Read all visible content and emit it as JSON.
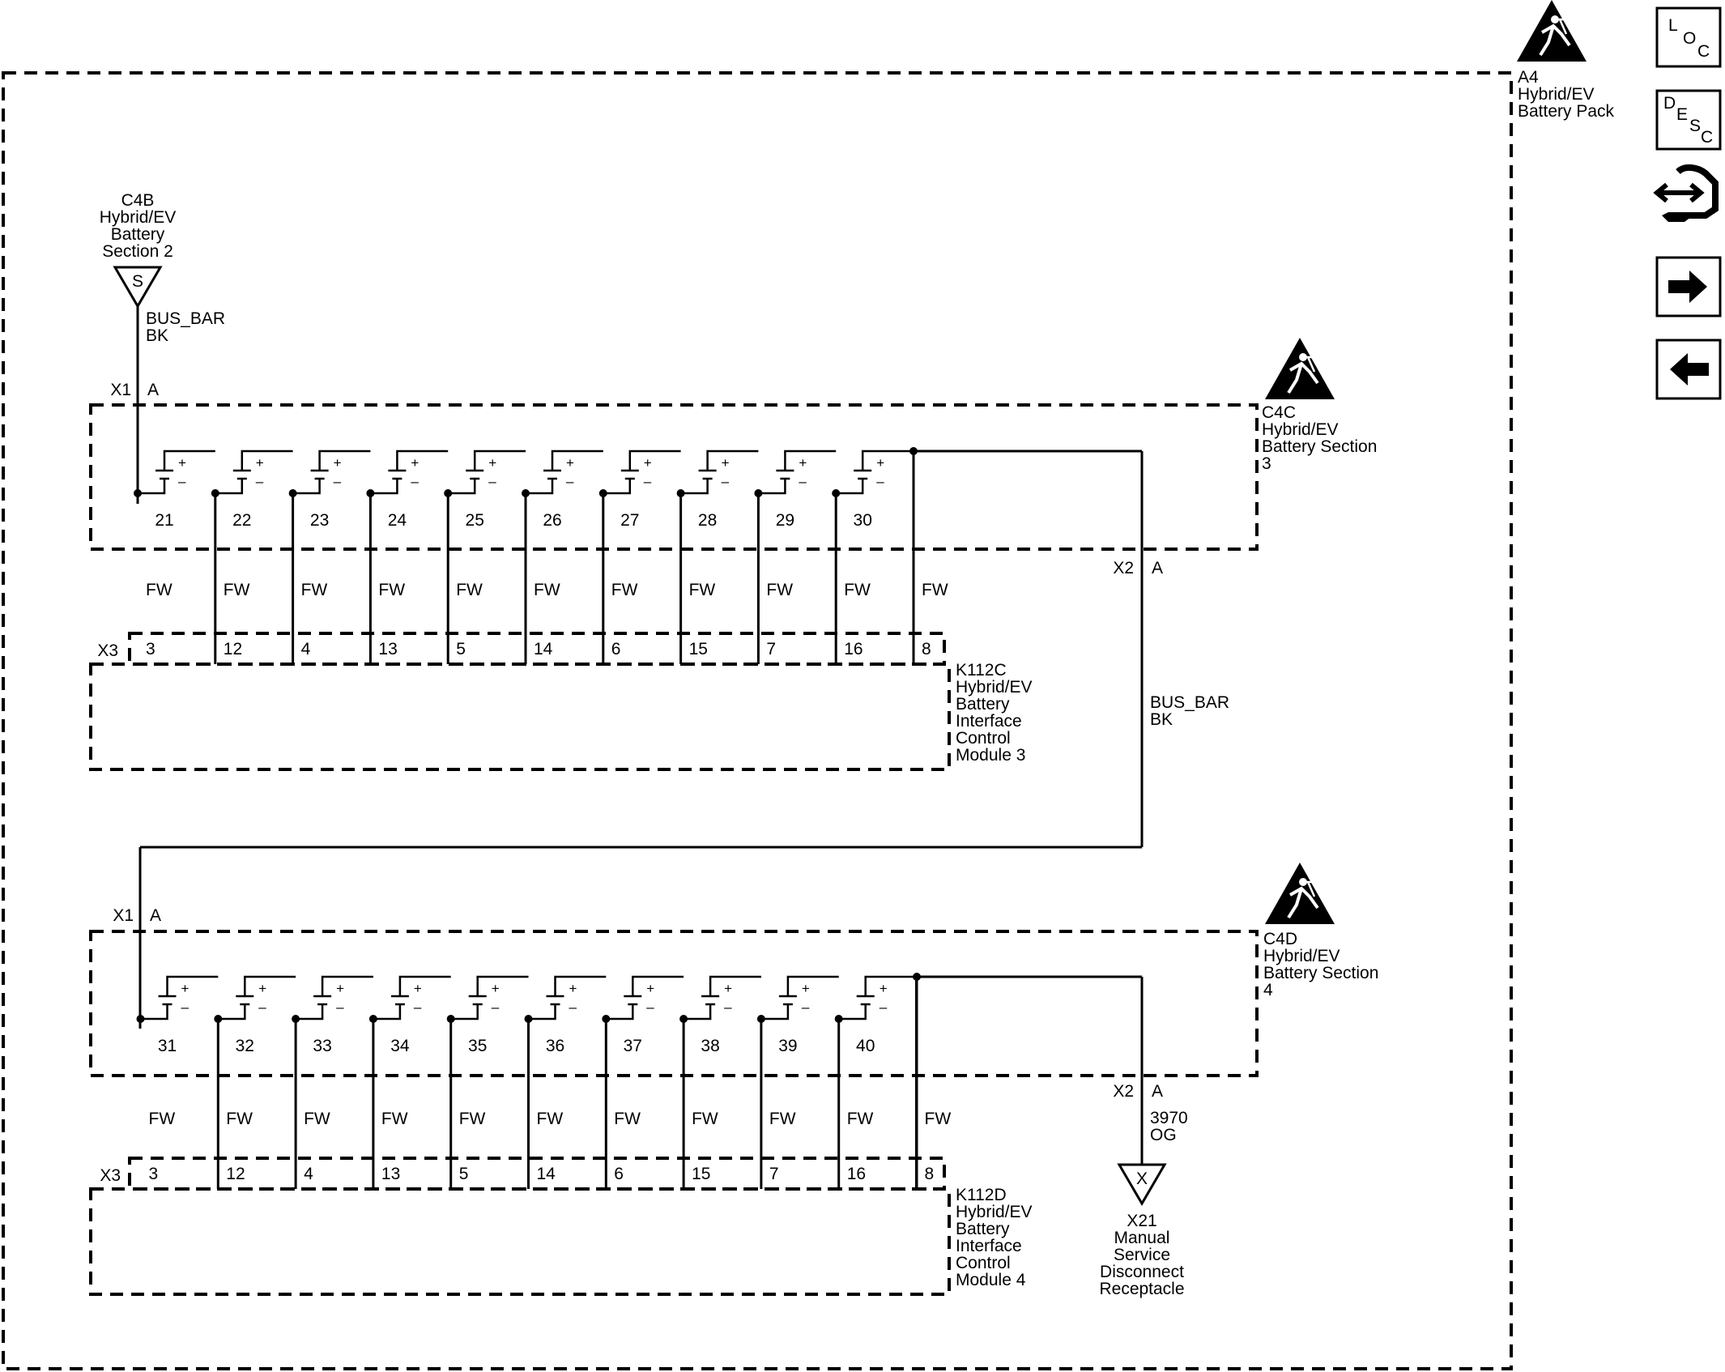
{
  "pack": {
    "line1": "A4",
    "line2": "Hybrid/EV",
    "line3": "Battery Pack"
  },
  "c4b": {
    "line1": "C4B",
    "line2": "Hybrid/EV",
    "line3": "Battery",
    "line4": "Section 2",
    "symbol": "S"
  },
  "top_busbar": {
    "circuit": "BUS_BAR",
    "color": "BK"
  },
  "connector_x1": "X1",
  "connector_x2": "X2",
  "connector_x3": "X3",
  "pin_a": "A",
  "c4c": {
    "line1": "C4C",
    "line2": "Hybrid/EV",
    "line3": "Battery Section",
    "line4": "3"
  },
  "c4d": {
    "line1": "C4D",
    "line2": "Hybrid/EV",
    "line3": "Battery Section",
    "line4": "4"
  },
  "mid_busbar": {
    "circuit": "BUS_BAR",
    "color": "BK"
  },
  "wire_label": "FW",
  "section3_cells": [
    "21",
    "22",
    "23",
    "24",
    "25",
    "26",
    "27",
    "28",
    "29",
    "30"
  ],
  "section4_cells": [
    "31",
    "32",
    "33",
    "34",
    "35",
    "36",
    "37",
    "38",
    "39",
    "40"
  ],
  "module_pins": [
    "3",
    "12",
    "4",
    "13",
    "5",
    "14",
    "6",
    "15",
    "7",
    "16",
    "8"
  ],
  "k112c": {
    "line1": "K112C",
    "line2": "Hybrid/EV",
    "line3": "Battery",
    "line4": "Interface",
    "line5": "Control",
    "line6": "Module 3"
  },
  "k112d": {
    "line1": "K112D",
    "line2": "Hybrid/EV",
    "line3": "Battery",
    "line4": "Interface",
    "line5": "Control",
    "line6": "Module 4"
  },
  "output_wire": {
    "circuit": "3970",
    "color": "OG"
  },
  "x21": {
    "symbol": "X",
    "line1": "X21",
    "line2": "Manual",
    "line3": "Service",
    "line4": "Disconnect",
    "line5": "Receptacle"
  },
  "nav": {
    "loc": {
      "l1": "L",
      "l2": "O",
      "l3": "C"
    },
    "desc": {
      "l1": "D",
      "l2": "E",
      "l3": "S",
      "l4": "C"
    },
    "connector_icon": "connector-icon",
    "next_icon": "arrow-right-icon",
    "prev_icon": "arrow-left-icon"
  },
  "warning_icon": "high-voltage-warning-icon"
}
